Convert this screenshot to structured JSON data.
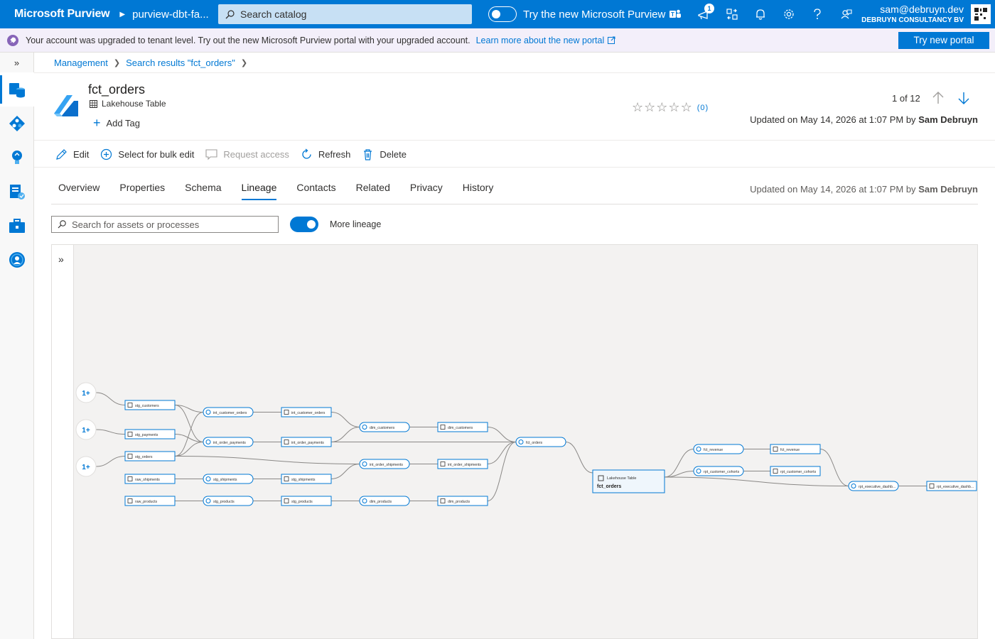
{
  "topbar": {
    "brand": "Microsoft Purview",
    "account": "purview-dbt-fa...",
    "search_placeholder": "Search catalog",
    "toggle_label": "Try the new Microsoft Purview",
    "notification_count": "1",
    "user_email": "sam@debruyn.dev",
    "user_org": "DEBRUYN CONSULTANCY BV"
  },
  "banner": {
    "message": "Your account was upgraded to tenant level. Try out the new Microsoft Purview portal with your upgraded account.",
    "link": "Learn more about the new portal",
    "button": "Try new portal"
  },
  "breadcrumb": {
    "items": [
      "Management",
      "Search results \"fct_orders\""
    ]
  },
  "asset": {
    "name": "fct_orders",
    "type": "Lakehouse Table",
    "add_tag": "Add Tag",
    "rating_count": "(0)",
    "pager": "1 of 12",
    "updated": "Updated on May 14, 2026 at 1:07 PM by",
    "updated_by": "Sam Debruyn"
  },
  "toolbar": {
    "edit": "Edit",
    "bulk": "Select for bulk edit",
    "request": "Request access",
    "refresh": "Refresh",
    "delete": "Delete"
  },
  "tabs": [
    "Overview",
    "Properties",
    "Schema",
    "Lineage",
    "Contacts",
    "Related",
    "Privacy",
    "History"
  ],
  "active_tab": "Lineage",
  "lineage": {
    "search_placeholder": "Search for assets or processes",
    "more_label": "More lineage",
    "expanders": [
      "1+",
      "1+",
      "1+"
    ],
    "focus_type": "Lakehouse Table",
    "focus_name": "fct_orders",
    "nodes": {
      "stg_customers": "stg_customers",
      "stg_payments": "stg_payments",
      "stg_orders": "stg_orders",
      "raw_shipments": "raw_shipments",
      "raw_products": "raw_products",
      "p_int_customer_orders": "int_customer_orders",
      "p_int_order_payments": "int_order_payments",
      "p_stg_shipments": "stg_shipments",
      "p_stg_products": "stg_products",
      "int_customer_orders": "int_customer_orders",
      "int_order_payments": "int_order_payments",
      "stg_shipments": "stg_shipments",
      "stg_products": "stg_products",
      "p_dim_customers": "dim_customers",
      "p_int_order_shipments": "int_order_shipments",
      "p_dim_products": "dim_products",
      "dim_customers": "dim_customers",
      "int_order_shipments": "int_order_shipments",
      "dim_products": "dim_products",
      "p_fct_orders": "fct_orders",
      "p_fct_revenue": "fct_revenue",
      "p_rpt_customer_cohorts": "rpt_customer_cohorts",
      "fct_revenue": "fct_revenue",
      "rpt_customer_cohorts": "rpt_customer_cohorts",
      "p_rpt_executive": "rpt_executive_dashb...",
      "rpt_executive": "rpt_executive_dashb..."
    }
  }
}
